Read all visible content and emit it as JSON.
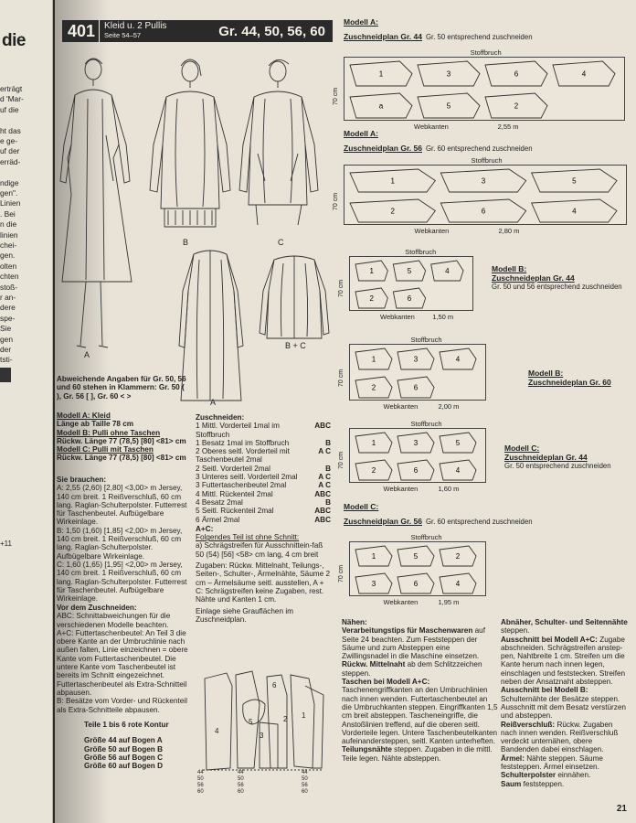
{
  "prev_page": {
    "heading": "die",
    "lines": [
      "erträgt",
      "d 'Mar-",
      "uf die",
      "",
      "ht das",
      "e ge-",
      "uf der",
      "erräd-",
      "",
      "ndige",
      "gen\".",
      "Linien",
      ". Bei",
      "n die",
      "linien",
      "chei-",
      "gen.",
      "olten",
      "chten",
      "stoß-",
      "r an-",
      "dere",
      "spe-",
      "Sie",
      "gen",
      "der",
      "tsti-"
    ],
    "page_marker": "+11"
  },
  "header": {
    "number": "401",
    "title": "Kleid u. 2 Pullis",
    "pages": "Seite 54–57",
    "sizes": "Gr. 44, 50, 56, 60"
  },
  "figures": {
    "a": "A",
    "b": "B",
    "c": "C",
    "back_a": "A",
    "back_bc": "B + C"
  },
  "note": "Abweichende Angaben für Gr. 50, 56 und 60 stehen in Klammern: Gr. 50 ( ), Gr. 56 [ ], Gr. 60 < >",
  "models": [
    {
      "title": "Modell A: Kleid",
      "text": "Länge ab Taille 78 cm"
    },
    {
      "title": "Modell B: Pulli ohne Taschen",
      "text": "Rückw. Länge 77 (78,5) [80] <81> cm"
    },
    {
      "title": "Modell C: Pulli mit Taschen",
      "text": "Rückw. Länge 77 (78,5) [80] <81> cm"
    }
  ],
  "materials": {
    "title": "Sie brauchen:",
    "items": [
      "A: 2,55 (2,60) [2,80] <3,00> m Jersey, 140 cm breit. 1 Reißverschluß, 60 cm lang. Raglan-Schulterpolster. Futterrest für Taschenbeutel. Aufbügelbare Wirkeinlage.",
      "B: 1,50 (1,60) [1,85] <2,00> m Jersey, 140 cm breit. 1 Reißverschluß, 60 cm lang. Raglan-Schulterpolster. Aufbügelbare Wirkeinlage.",
      "C: 1,60 (1,65) [1,95] <2,00> m Jersey, 140 cm breit. 1 Reißverschluß, 60 cm lang. Raglan-Schulterpolster. Futterrest für Taschenbeutel. Aufbügelbare Wirkeinlage."
    ]
  },
  "before_cutting": {
    "title": "Vor dem Zuschneiden:",
    "items": [
      "ABC: Schnittabweichungen für die verschiedenen Modelle beachten.",
      "A+C: Futtertaschenbeutel: An Teil 3 die obere Kante an der Umbruchlinie nach außen falten, Linie einzeichnen = obere Kante vom Futtertaschenbeutel. Die untere Kante vom Taschenbeutel ist bereits im Schnitt eingezeichnet. Futtertaschenbeutel als Extra-Schnitteil abpausen.",
      "B: Besätze vom Vorder- und Rückenteil als Extra-Schnitteile abpausen."
    ]
  },
  "parts_info": {
    "title": "Teile 1 bis 6 rote Kontur",
    "sheets": [
      "Größe 44 auf Bogen A",
      "Größe 50 auf Bogen B",
      "Größe 56 auf Bogen C",
      "Größe 60 auf Bogen D"
    ]
  },
  "cutting": {
    "title": "Zuschneiden:",
    "rows": [
      {
        "t": "1 Mittl. Vorderteil 1mal im Stoffbruch",
        "m": "ABC"
      },
      {
        "t": "1 Besatz 1mal im Stoffbruch",
        "m": "B"
      },
      {
        "t": "2 Oberes seitl. Vorderteil mit Taschenbeutel 2mal",
        "m": "A C"
      },
      {
        "t": "2 Seitl. Vorderteil 2mal",
        "m": "B"
      },
      {
        "t": "3 Unteres seitl. Vorderteil 2mal",
        "m": "A C"
      },
      {
        "t": "3 Futtertaschenbeutel 2mal",
        "m": "A C"
      },
      {
        "t": "4 Mittl. Rückenteil 2mal",
        "m": "ABC"
      },
      {
        "t": "4 Besatz 2mal",
        "m": "B"
      },
      {
        "t": "5 Seitl. Rückenteil 2mal",
        "m": "ABC"
      },
      {
        "t": "6 Ärmel 2mal",
        "m": "ABC"
      }
    ],
    "extra_title": "A+C:",
    "extra_note": "Folgendes Teil ist ohne Schnitt:",
    "extra": "a) Schrägstreifen für Ausschnittein-faß 50 (54) [56] <58> cm lang, 4 cm breit",
    "allowance": "Zugaben: Rückw. Mittelnaht, Teilungs-, Seiten-, Schulter-, Ärmelnähte, Säume 2 cm – Ärmelsäume seitl. ausstellen, A + C: Schrägstreifen keine Zugaben, rest. Nähte und Kanten 1 cm.",
    "layout": "Einlage siehe Grauflächen im Zuschneidplan."
  },
  "sewing_left": {
    "title": "Nähen:",
    "paras": [
      {
        "h": "Verarbeitungstips für Maschenwaren",
        "t": "auf Seite 24 beachten. Zum Feststeppen der Säume und zum Absteppen eine Zwillingsnadel in die Maschine einsetzen."
      },
      {
        "h": "Rückw. Mittelnaht",
        "t": "ab dem Schlitzzeichen steppen."
      },
      {
        "h": "Taschen bei Modell A+C:",
        "t": "Taschenengriffkanten an den Umbruchlinien nach innen wenden. Futtertaschenbeutel an die Umbruchkanten steppen. Eingriffkanten 1,5 cm breit absteppen. Tascheneingriffe, die Anstoßlinien treffend, auf die oberen seitl. Vorderteile legen. Untere Taschenbeutelkanten aufeinandersteppen, seitl. Kanten unterheften."
      },
      {
        "h": "Teilungsnähte",
        "t": "steppen. Zugaben in die mittl. Teile legen. Nähte absteppen."
      }
    ]
  },
  "sewing_right": {
    "paras": [
      {
        "h": "Abnäher, Schulter- und Seitennähte",
        "t": "steppen."
      },
      {
        "h": "Ausschnitt bei Modell A+C:",
        "t": "Zugabe abschneiden. Schrägstreifen anstep­pen, Nahtbreite 1 cm. Streifen um die Kante herum nach innen legen, einschlagen und feststecken. Streifen neben der Ansatznaht absteppen."
      },
      {
        "h": "Ausschnitt bei Modell B:",
        "t": "Schulternähte der Besätze steppen. Ausschnitt mit dem Besatz verstürzen und absteppen."
      },
      {
        "h": "Reißverschluß:",
        "t": "Rückw. Zugaben nach innen wenden. Reißverschluß verdeckt unternähen, obere Bandenden dabei einschlagen."
      },
      {
        "h": "Ärmel:",
        "t": "Nähte steppen. Säume feststeppen. Ärmel einsetzen."
      },
      {
        "h": "Schulterpolster",
        "t": "einnähen."
      },
      {
        "h": "Saum",
        "t": "feststeppen."
      }
    ]
  },
  "plans": [
    {
      "id": "a44",
      "model": "Modell A:",
      "title": "Zuschneidplan Gr. 44",
      "sub": "Gr. 50 entsprechend zuschneiden",
      "width": "2,55 m",
      "fold": "Stoffbruch",
      "edges": "Webkanten",
      "height": "70 cm"
    },
    {
      "id": "a56",
      "model": "Modell A:",
      "title": "Zuschneidplan Gr. 56",
      "sub": "Gr. 60 entsprechend zuschneiden",
      "width": "2,80 m",
      "fold": "Stoffbruch",
      "edges": "Webkanten",
      "height": "70 cm"
    },
    {
      "id": "b44",
      "model": "Modell B:",
      "title": "Zuschneideplan Gr. 44",
      "sub": "Gr. 50 und 56 entsprechend zuschneiden",
      "width": "1,50 m",
      "fold": "Stoffbruch",
      "edges": "Webkanten",
      "height": "70 cm"
    },
    {
      "id": "b60",
      "model": "Modell B:",
      "title": "Zuschneideplan Gr. 60",
      "sub": "",
      "width": "2,00 m",
      "fold": "Stoffbruch",
      "edges": "Webkanten",
      "height": "70 cm"
    },
    {
      "id": "c44",
      "model": "Modell C:",
      "title": "Zuschneideplan Gr. 44",
      "sub": "Gr. 50 entsprechend zuschneiden",
      "width": "1,60 m",
      "fold": "Stoffbruch",
      "edges": "Webkanten",
      "height": "70 cm"
    },
    {
      "id": "c56",
      "model": "Modell C:",
      "title": "Zuschneidplan Gr. 56",
      "sub": "Gr. 60 entsprechend zuschneiden",
      "width": "1,95 m",
      "fold": "Stoffbruch",
      "edges": "Webkanten",
      "height": "70 cm"
    }
  ],
  "pattern_labels": [
    "44",
    "50",
    "56",
    "60"
  ],
  "page_number": "21"
}
